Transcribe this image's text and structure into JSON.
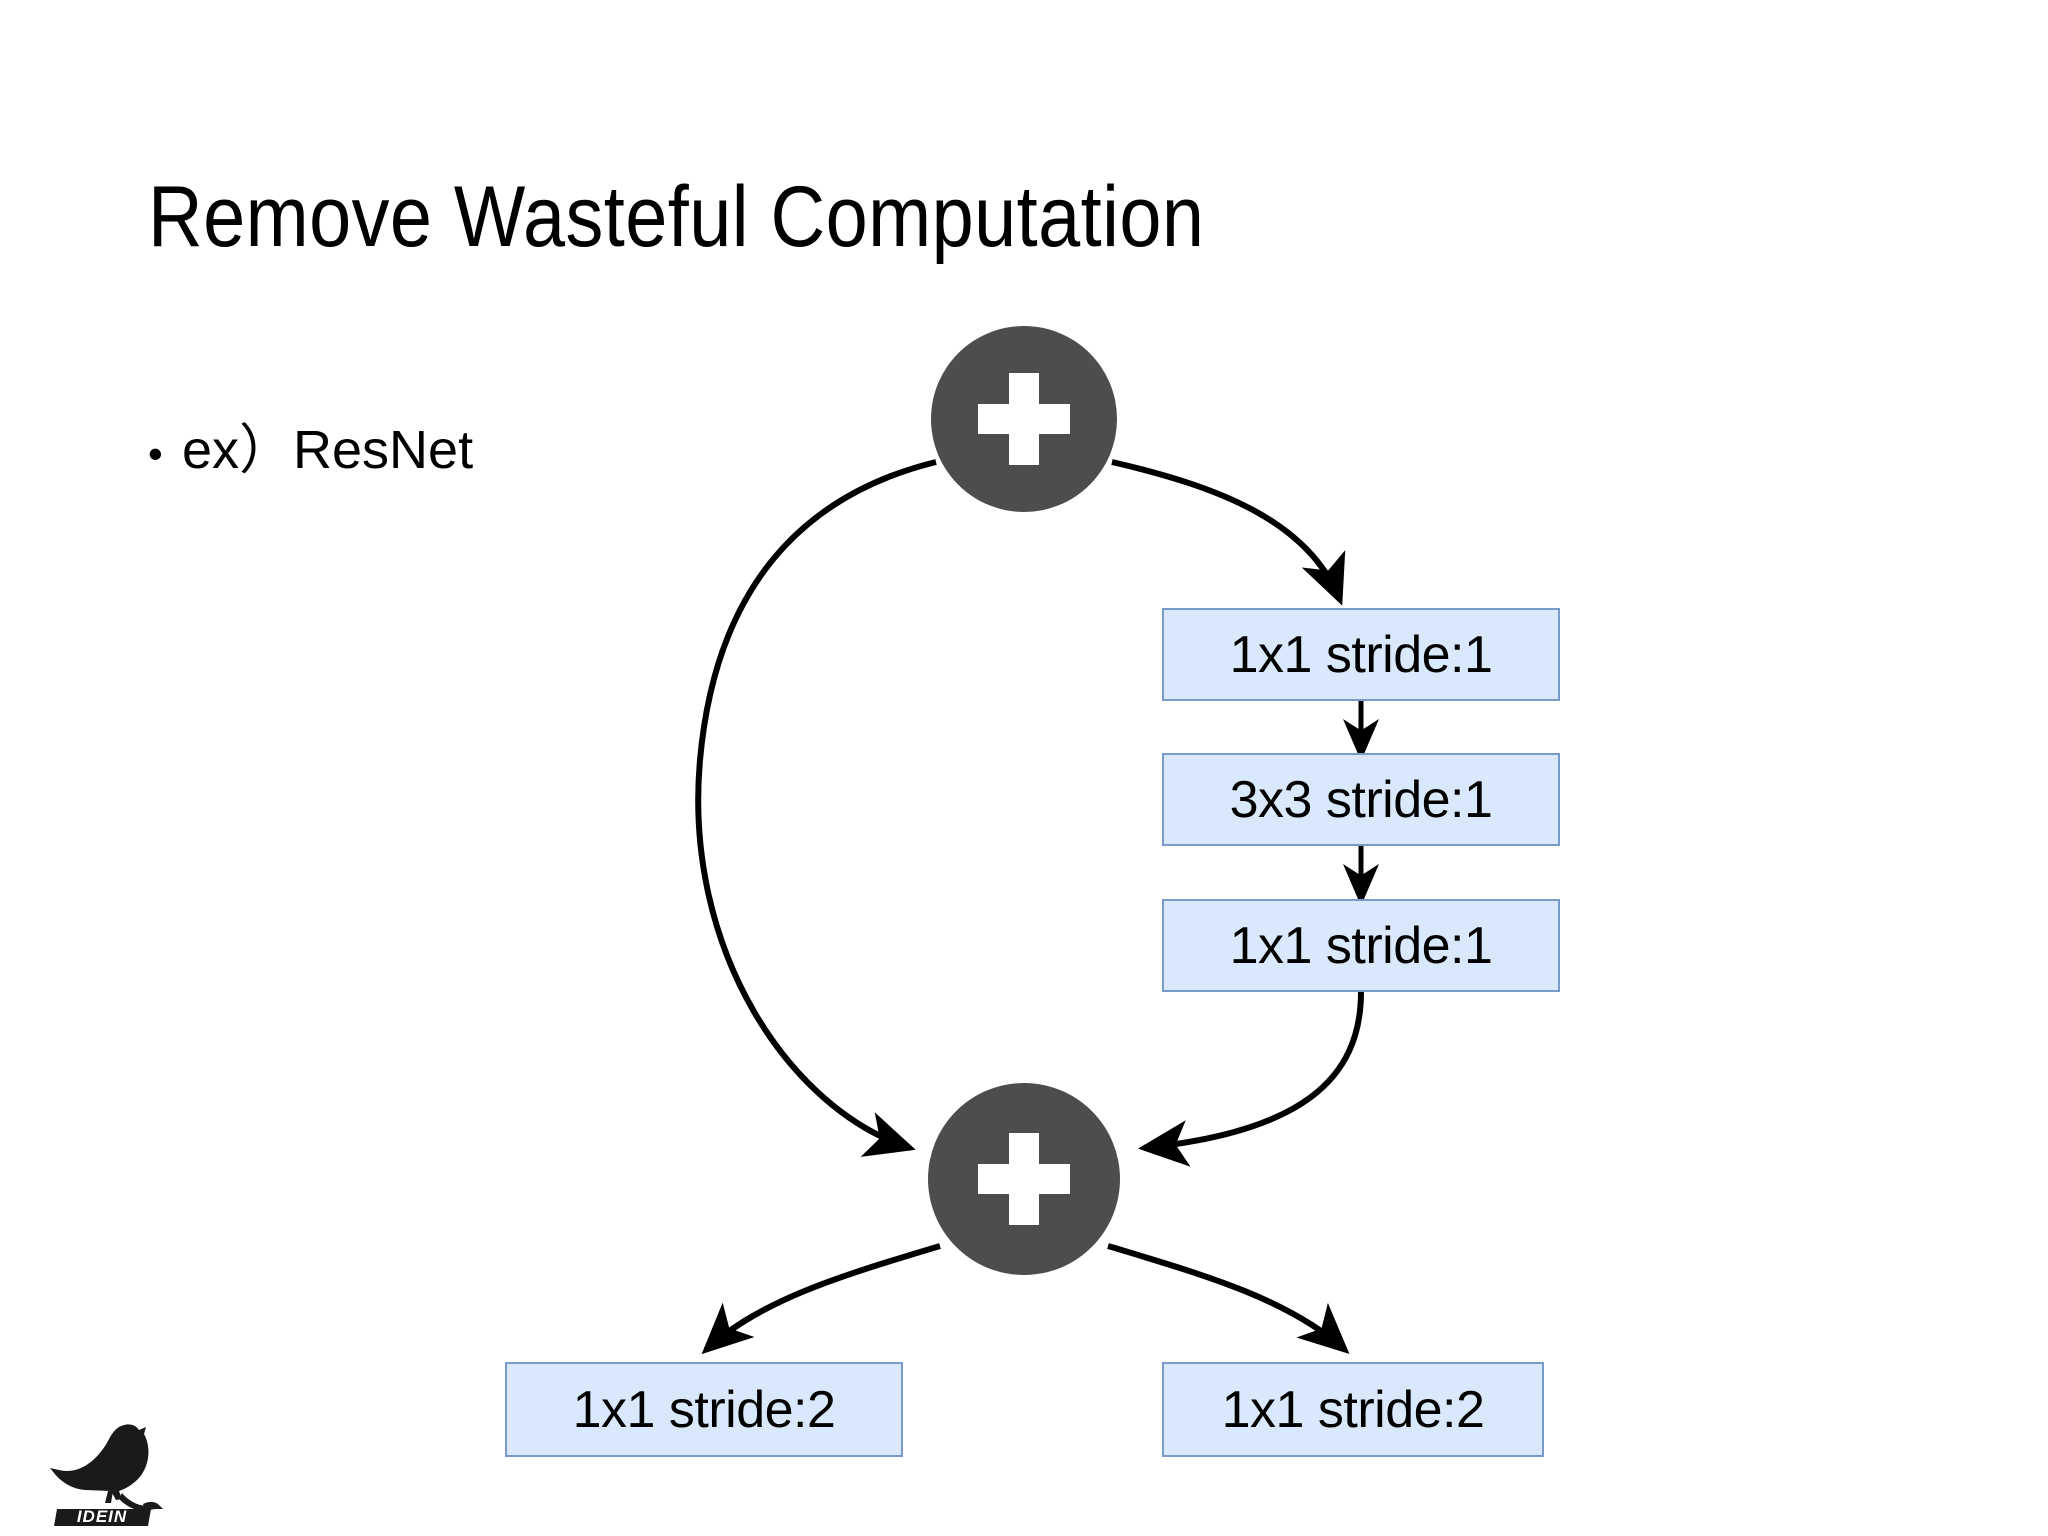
{
  "slide": {
    "title": "Remove Wasteful Computation",
    "background_color": "#ffffff"
  },
  "bullets": [
    {
      "marker": "•",
      "text": "ex）ResNet"
    }
  ],
  "diagram": {
    "type": "resnet-residual-block",
    "node_colors": {
      "adder_fill": "#4d4d4d",
      "adder_glyph": "#ffffff",
      "box_fill": "#dae8fc",
      "box_border": "#7a9acb",
      "edge": "#000000"
    },
    "adders": [
      {
        "id": "add-top",
        "label": "+",
        "icon": "plus-icon"
      },
      {
        "id": "add-middle",
        "label": "+",
        "icon": "plus-icon"
      }
    ],
    "boxes": [
      {
        "id": "conv-1",
        "label": "1x1 stride:1"
      },
      {
        "id": "conv-2",
        "label": "3x3 stride:1"
      },
      {
        "id": "conv-3",
        "label": "1x1 stride:1"
      },
      {
        "id": "conv-4",
        "label": "1x1 stride:2"
      },
      {
        "id": "conv-5",
        "label": "1x1 stride:2"
      }
    ],
    "edges": [
      {
        "from": "add-top",
        "to": "add-middle",
        "kind": "skip-connection-left"
      },
      {
        "from": "add-top",
        "to": "conv-1",
        "kind": "arrow"
      },
      {
        "from": "conv-1",
        "to": "conv-2",
        "kind": "arrow"
      },
      {
        "from": "conv-2",
        "to": "conv-3",
        "kind": "arrow"
      },
      {
        "from": "conv-3",
        "to": "add-middle",
        "kind": "arrow"
      },
      {
        "from": "add-middle",
        "to": "conv-4",
        "kind": "arrow"
      },
      {
        "from": "add-middle",
        "to": "conv-5",
        "kind": "arrow"
      }
    ]
  },
  "logo": {
    "wordmark": "IDEIN",
    "icon": "crow-logo-icon"
  }
}
